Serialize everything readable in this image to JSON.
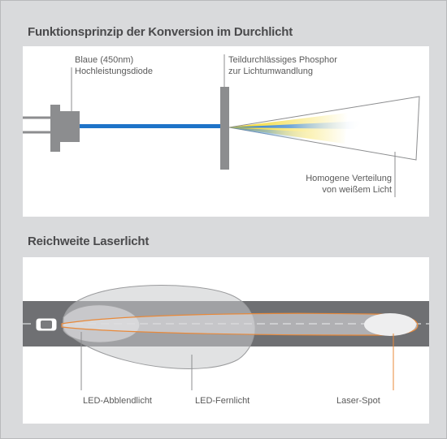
{
  "section1": {
    "title": "Funktionsprinzip der Konversion im Durchlicht",
    "diode_label": [
      "Blaue (450nm)",
      "Hochleistungsdiode"
    ],
    "phosphor_label": [
      "Teildurchlässiges Phosphor",
      "zur Lichtumwandlung"
    ],
    "output_label": [
      "Homogene Verteilung",
      "von weißem Licht"
    ]
  },
  "section2": {
    "title": "Reichweite Laserlicht",
    "labels": {
      "low_beam": "LED-Abblendlicht",
      "high_beam": "LED-Fernlicht",
      "laser_spot": "Laser-Spot"
    }
  },
  "colors": {
    "background": "#d9dadc",
    "laser_blue": "#1e73c8",
    "phosphor_yellow": "#f2d21b",
    "laser_orange": "#e8893a",
    "road": "#6f7073",
    "housing": "#8c8d8f"
  }
}
